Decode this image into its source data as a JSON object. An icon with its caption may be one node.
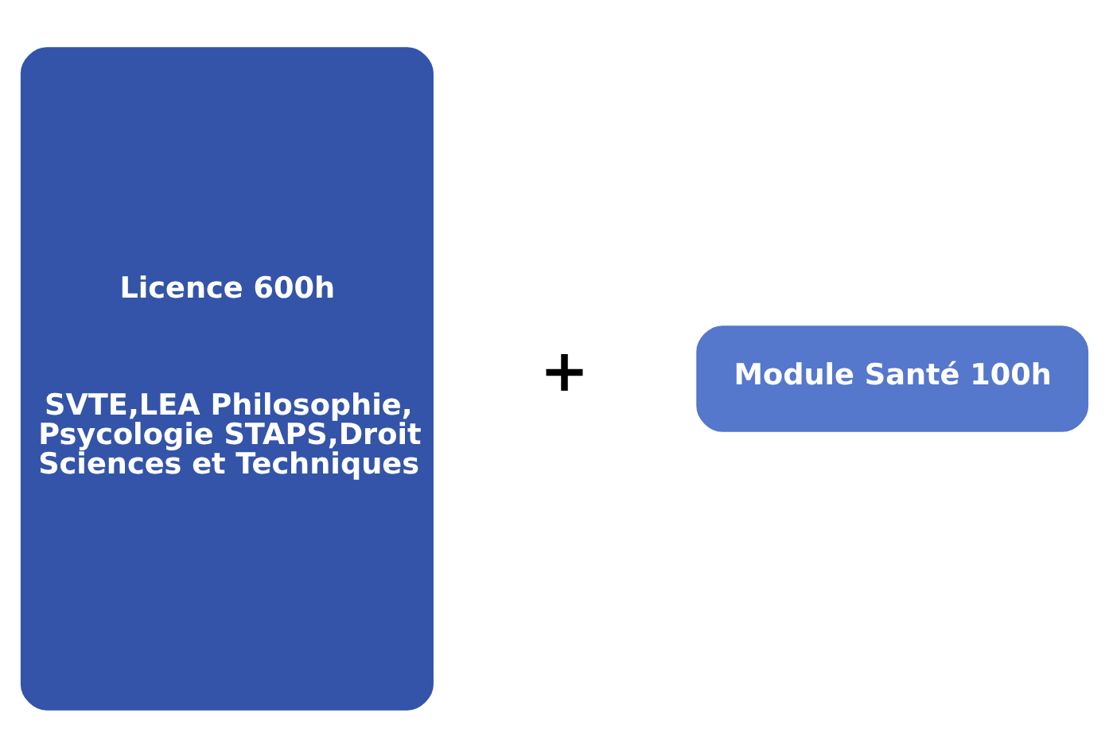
{
  "diagram": {
    "nodes": [
      {
        "text": [
          "Licence 600h",
          "SVTE,LEA Philosophie, Psycologie STAPS,Droit Sciences et Techniques"
        ]
      },
      {
        "text": [
          "Module Santé 100h"
        ]
      }
    ],
    "labels": [
      "+"
    ]
  }
}
